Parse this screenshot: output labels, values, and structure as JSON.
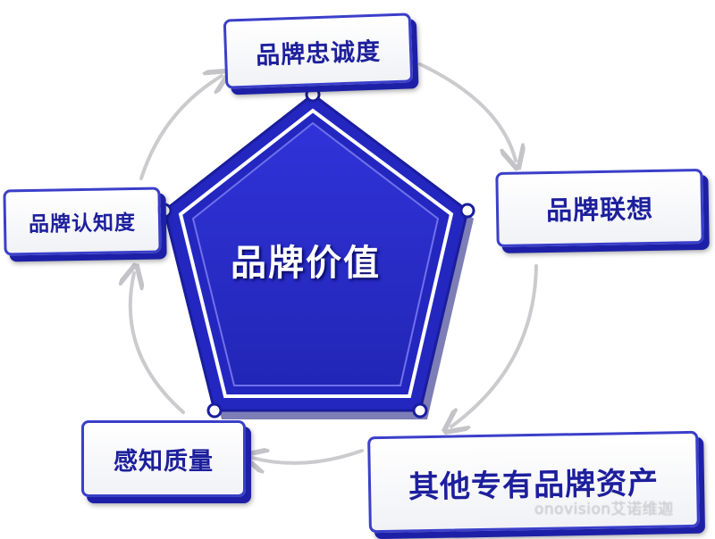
{
  "diagram": {
    "center": {
      "label": "品牌价值"
    },
    "nodes": {
      "loyalty": "品牌忠诚度",
      "association": "品牌联想",
      "other_assets": "其他专有品牌资产",
      "perceived_quality": "感知质量",
      "awareness": "品牌认知度"
    },
    "watermark": "onovision艾诺维迦"
  },
  "colors": {
    "pentagon_fill": "#2b2fd1",
    "box_border": "#3b3fc9",
    "box_shadow": "#1d20a6",
    "text_blue": "#1d1f9c",
    "arrow_gray": "#c9c9cc"
  },
  "cycle_order": [
    "loyalty",
    "association",
    "other_assets",
    "perceived_quality",
    "awareness"
  ]
}
